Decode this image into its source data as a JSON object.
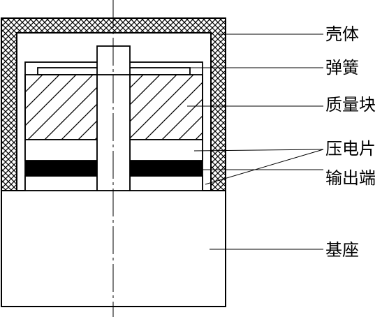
{
  "labels": {
    "housing": "壳体",
    "spring": "弹簧",
    "mass_block": "质量块",
    "piezo_plate": "压电片",
    "output_terminal": "输出端",
    "base": "基座"
  },
  "colors": {
    "line": "#000000",
    "background": "#ffffff",
    "electrode": "#000000"
  }
}
